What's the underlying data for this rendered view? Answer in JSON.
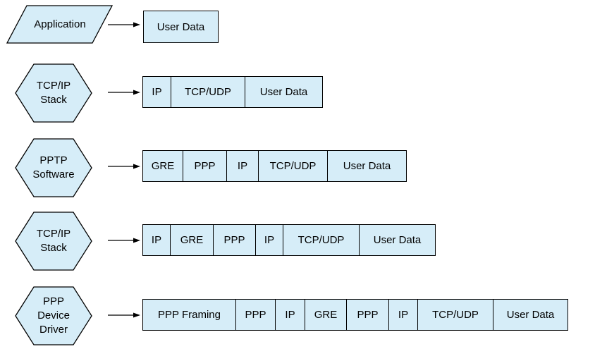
{
  "diagram": {
    "colors": {
      "shape_fill": "#d6edf8",
      "stroke": "#000000",
      "text": "#000000",
      "background": "#ffffff"
    },
    "icons": {
      "flow_arrow": "right-arrow-icon"
    },
    "rows": [
      {
        "source_shape": "parallelogram",
        "source_lines": [
          "Application"
        ],
        "cells": [
          "User Data"
        ]
      },
      {
        "source_shape": "hexagon",
        "source_lines": [
          "TCP/IP",
          "Stack"
        ],
        "cells": [
          "IP",
          "TCP/UDP",
          "User Data"
        ]
      },
      {
        "source_shape": "hexagon",
        "source_lines": [
          "PPTP",
          "Software"
        ],
        "cells": [
          "GRE",
          "PPP",
          "IP",
          "TCP/UDP",
          "User Data"
        ]
      },
      {
        "source_shape": "hexagon",
        "source_lines": [
          "TCP/IP",
          "Stack"
        ],
        "cells": [
          "IP",
          "GRE",
          "PPP",
          "IP",
          "TCP/UDP",
          "User Data"
        ]
      },
      {
        "source_shape": "hexagon",
        "source_lines": [
          "PPP",
          "Device",
          "Driver"
        ],
        "cells": [
          "PPP Framing",
          "PPP",
          "IP",
          "GRE",
          "PPP",
          "IP",
          "TCP/UDP",
          "User Data"
        ]
      }
    ]
  }
}
